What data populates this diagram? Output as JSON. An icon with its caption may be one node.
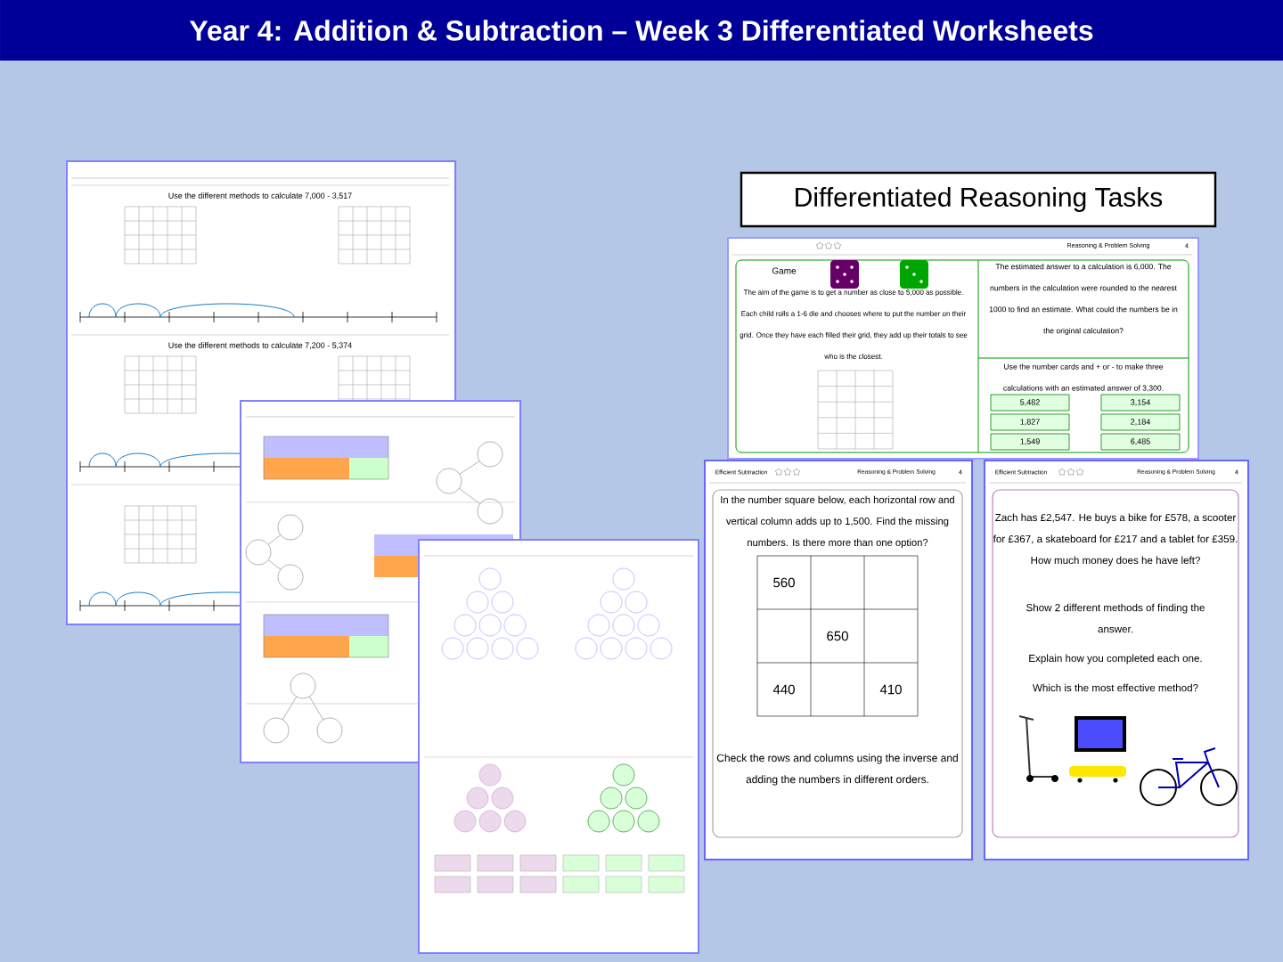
{
  "diagram": {
    "title": "Year 4: Addition & Subtraction – Week 3 Differentiated Worksheets",
    "nodes": [
      {
        "text": [
          "Differentiated Reasoning Tasks"
        ]
      },
      {
        "text": [
          "Use the different methods to calculate 7,000 - 3,517",
          "Use the different methods to calculate 7,200 - 5,374"
        ]
      },
      {
        "text": [
          "Reasoning & Problem Solving",
          "4",
          "Game",
          "The aim of the game is to get a number as close to 5,000 as possible. Each child rolls a 1-6 die and chooses where to put the number on their grid. Once they have each filled their grid, they add up their totals to see who is the closest.",
          "The estimated answer to a calculation is 6,000. The numbers in the calculation were rounded to the nearest 1000 to find an estimate. What could the numbers be in the original calculation?",
          "Use the number cards and + or - to make three calculations with an estimated answer of 3,300."
        ]
      },
      {
        "text": [
          "Efficient Subtraction",
          "Reasoning & Problem Solving",
          "4",
          "In the number square below, each horizontal row and vertical column adds up to 1,500. Find the missing numbers. Is there more than one option?",
          "Check the rows and columns using the inverse and adding the numbers in different orders."
        ]
      },
      {
        "text": [
          "Efficient Subtraction",
          "Reasoning & Problem Solving",
          "4",
          "Zach has £2,547. He buys a bike for £578, a scooter for £367, a skateboard for £217 and a tablet for £359. How much money does he have left?",
          "Show 2 different methods of finding the answer.",
          "Explain how you completed each one.",
          "Which is the most effective method?"
        ]
      }
    ],
    "labels": [
      "560",
      "650",
      "440",
      "410",
      "5,482",
      "3,154",
      "1,827",
      "2,184",
      "1,549",
      "6,485"
    ]
  }
}
